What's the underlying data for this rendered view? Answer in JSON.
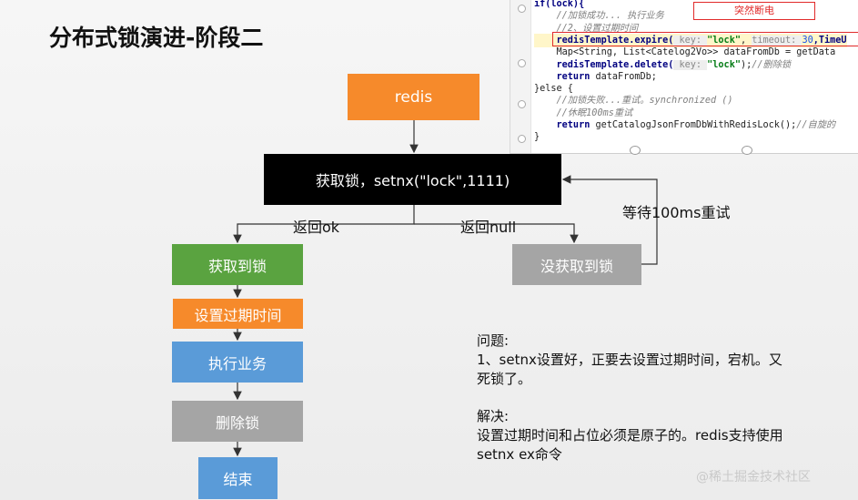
{
  "title": "分布式锁演进-阶段二",
  "code_panel": {
    "callout": "突然断电",
    "lines": [
      {
        "segments": [
          {
            "t": "if(lock){",
            "c": "kw"
          }
        ]
      },
      {
        "segments": [
          {
            "t": "    //加锁成功... 执行业务",
            "c": "cm"
          }
        ]
      },
      {
        "segments": [
          {
            "t": "    //2、设置过期时间",
            "c": "cm"
          }
        ]
      },
      {
        "segments": [
          {
            "t": "    redisTemplate.expire(",
            "c": "kw"
          },
          {
            "t": " key: ",
            "c": "hint"
          },
          {
            "t": "\"lock\"",
            "c": "str"
          },
          {
            "t": ", ",
            "c": ""
          },
          {
            "t": "timeout: ",
            "c": "hint"
          },
          {
            "t": "30",
            "c": "num"
          },
          {
            "t": ",TimeU",
            "c": "kw"
          }
        ],
        "highlight": true
      },
      {
        "segments": [
          {
            "t": "    Map<String, List<Catelog2Vo>> dataFromDb = getData",
            "c": ""
          }
        ]
      },
      {
        "segments": [
          {
            "t": "    redisTemplate.delete(",
            "c": "kw"
          },
          {
            "t": " key: ",
            "c": "hint"
          },
          {
            "t": "\"lock\"",
            "c": "str"
          },
          {
            "t": ");",
            "c": ""
          },
          {
            "t": "//删除锁",
            "c": "cm"
          }
        ]
      },
      {
        "segments": [
          {
            "t": "    return ",
            "c": "kw"
          },
          {
            "t": "dataFromDb;",
            "c": ""
          }
        ]
      },
      {
        "segments": [
          {
            "t": "}else {",
            "c": ""
          }
        ]
      },
      {
        "segments": [
          {
            "t": "    //加锁失败...重试。synchronized ()",
            "c": "cm"
          }
        ]
      },
      {
        "segments": [
          {
            "t": "    //休眠100ms重试",
            "c": "cm"
          }
        ]
      },
      {
        "segments": [
          {
            "t": "    return ",
            "c": "kw"
          },
          {
            "t": "getCatalogJsonFromDbWithRedisLock();",
            "c": ""
          },
          {
            "t": "//自旋的",
            "c": "cm"
          }
        ]
      },
      {
        "segments": [
          {
            "t": "}",
            "c": ""
          }
        ]
      }
    ]
  },
  "flow": {
    "redis": "redis",
    "setnx": "获取锁，setnx(\"lock\",1111)",
    "return_ok": "返回ok",
    "return_null": "返回null",
    "wait_retry": "等待100ms重试",
    "got_lock": "获取到锁",
    "not_got_lock": "没获取到锁",
    "set_expire": "设置过期时间",
    "exec_business": "执行业务",
    "delete_lock": "删除锁",
    "end": "结束"
  },
  "notes": {
    "problem_title": "问题:",
    "problem_line1": "1、setnx设置好，正要去设置过期时间，宕机。又",
    "problem_line2": "死锁了。",
    "solution_title": "解决:",
    "solution_line1": "设置过期时间和占位必须是原子的。redis支持使用",
    "solution_line2": "setnx ex命令"
  },
  "watermark": "@稀土掘金技术社区",
  "colors": {
    "orange": "#f68a2b",
    "green": "#5aa340",
    "blue": "#5a9bd8",
    "gray": "#a5a5a5",
    "black": "#000000",
    "red": "#e12a2a"
  }
}
